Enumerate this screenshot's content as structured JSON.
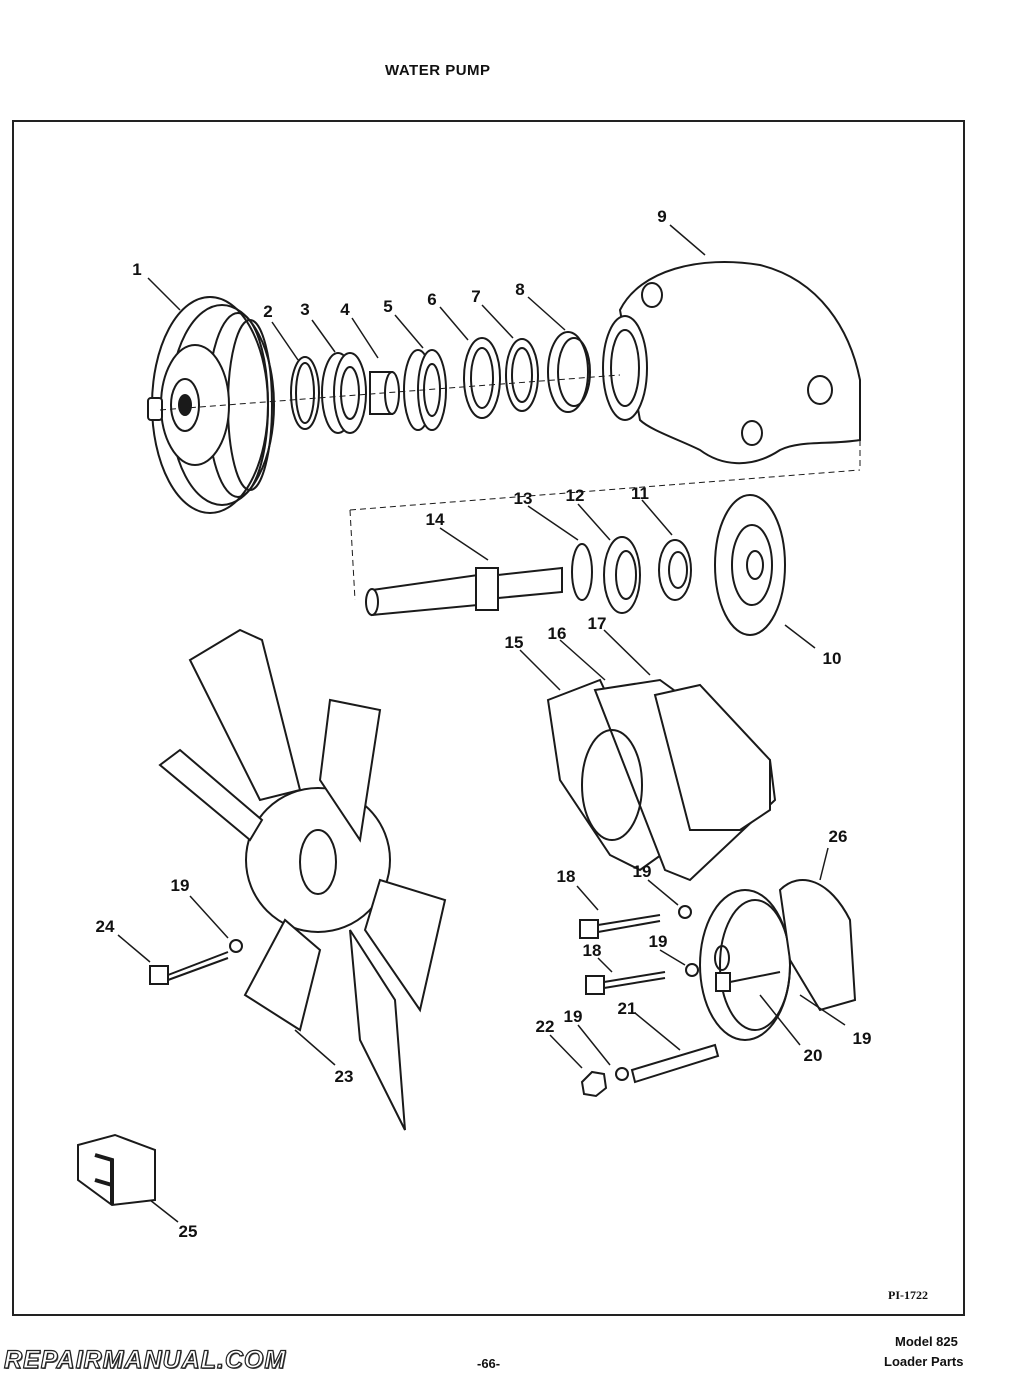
{
  "header": {
    "title": "WATER PUMP"
  },
  "callouts": [
    {
      "id": "1",
      "label": "1"
    },
    {
      "id": "2",
      "label": "2"
    },
    {
      "id": "3",
      "label": "3"
    },
    {
      "id": "4",
      "label": "4"
    },
    {
      "id": "5",
      "label": "5"
    },
    {
      "id": "6",
      "label": "6"
    },
    {
      "id": "7",
      "label": "7"
    },
    {
      "id": "8",
      "label": "8"
    },
    {
      "id": "9",
      "label": "9"
    },
    {
      "id": "10",
      "label": "10"
    },
    {
      "id": "11",
      "label": "11"
    },
    {
      "id": "12",
      "label": "12"
    },
    {
      "id": "13",
      "label": "13"
    },
    {
      "id": "14",
      "label": "14"
    },
    {
      "id": "15",
      "label": "15"
    },
    {
      "id": "16",
      "label": "16"
    },
    {
      "id": "17",
      "label": "17"
    },
    {
      "id": "18a",
      "label": "18"
    },
    {
      "id": "18b",
      "label": "18"
    },
    {
      "id": "19a",
      "label": "19"
    },
    {
      "id": "19b",
      "label": "19"
    },
    {
      "id": "19c",
      "label": "19"
    },
    {
      "id": "19d",
      "label": "19"
    },
    {
      "id": "19e",
      "label": "19"
    },
    {
      "id": "20",
      "label": "20"
    },
    {
      "id": "21",
      "label": "21"
    },
    {
      "id": "22",
      "label": "22"
    },
    {
      "id": "23",
      "label": "23"
    },
    {
      "id": "24",
      "label": "24"
    },
    {
      "id": "25",
      "label": "25"
    },
    {
      "id": "26",
      "label": "26"
    }
  ],
  "footer": {
    "ref_code": "PI-1722",
    "model": "Model 825",
    "section": "Loader Parts",
    "page_number": "-66-",
    "watermark": "REPAIRMANUAL.COM"
  }
}
